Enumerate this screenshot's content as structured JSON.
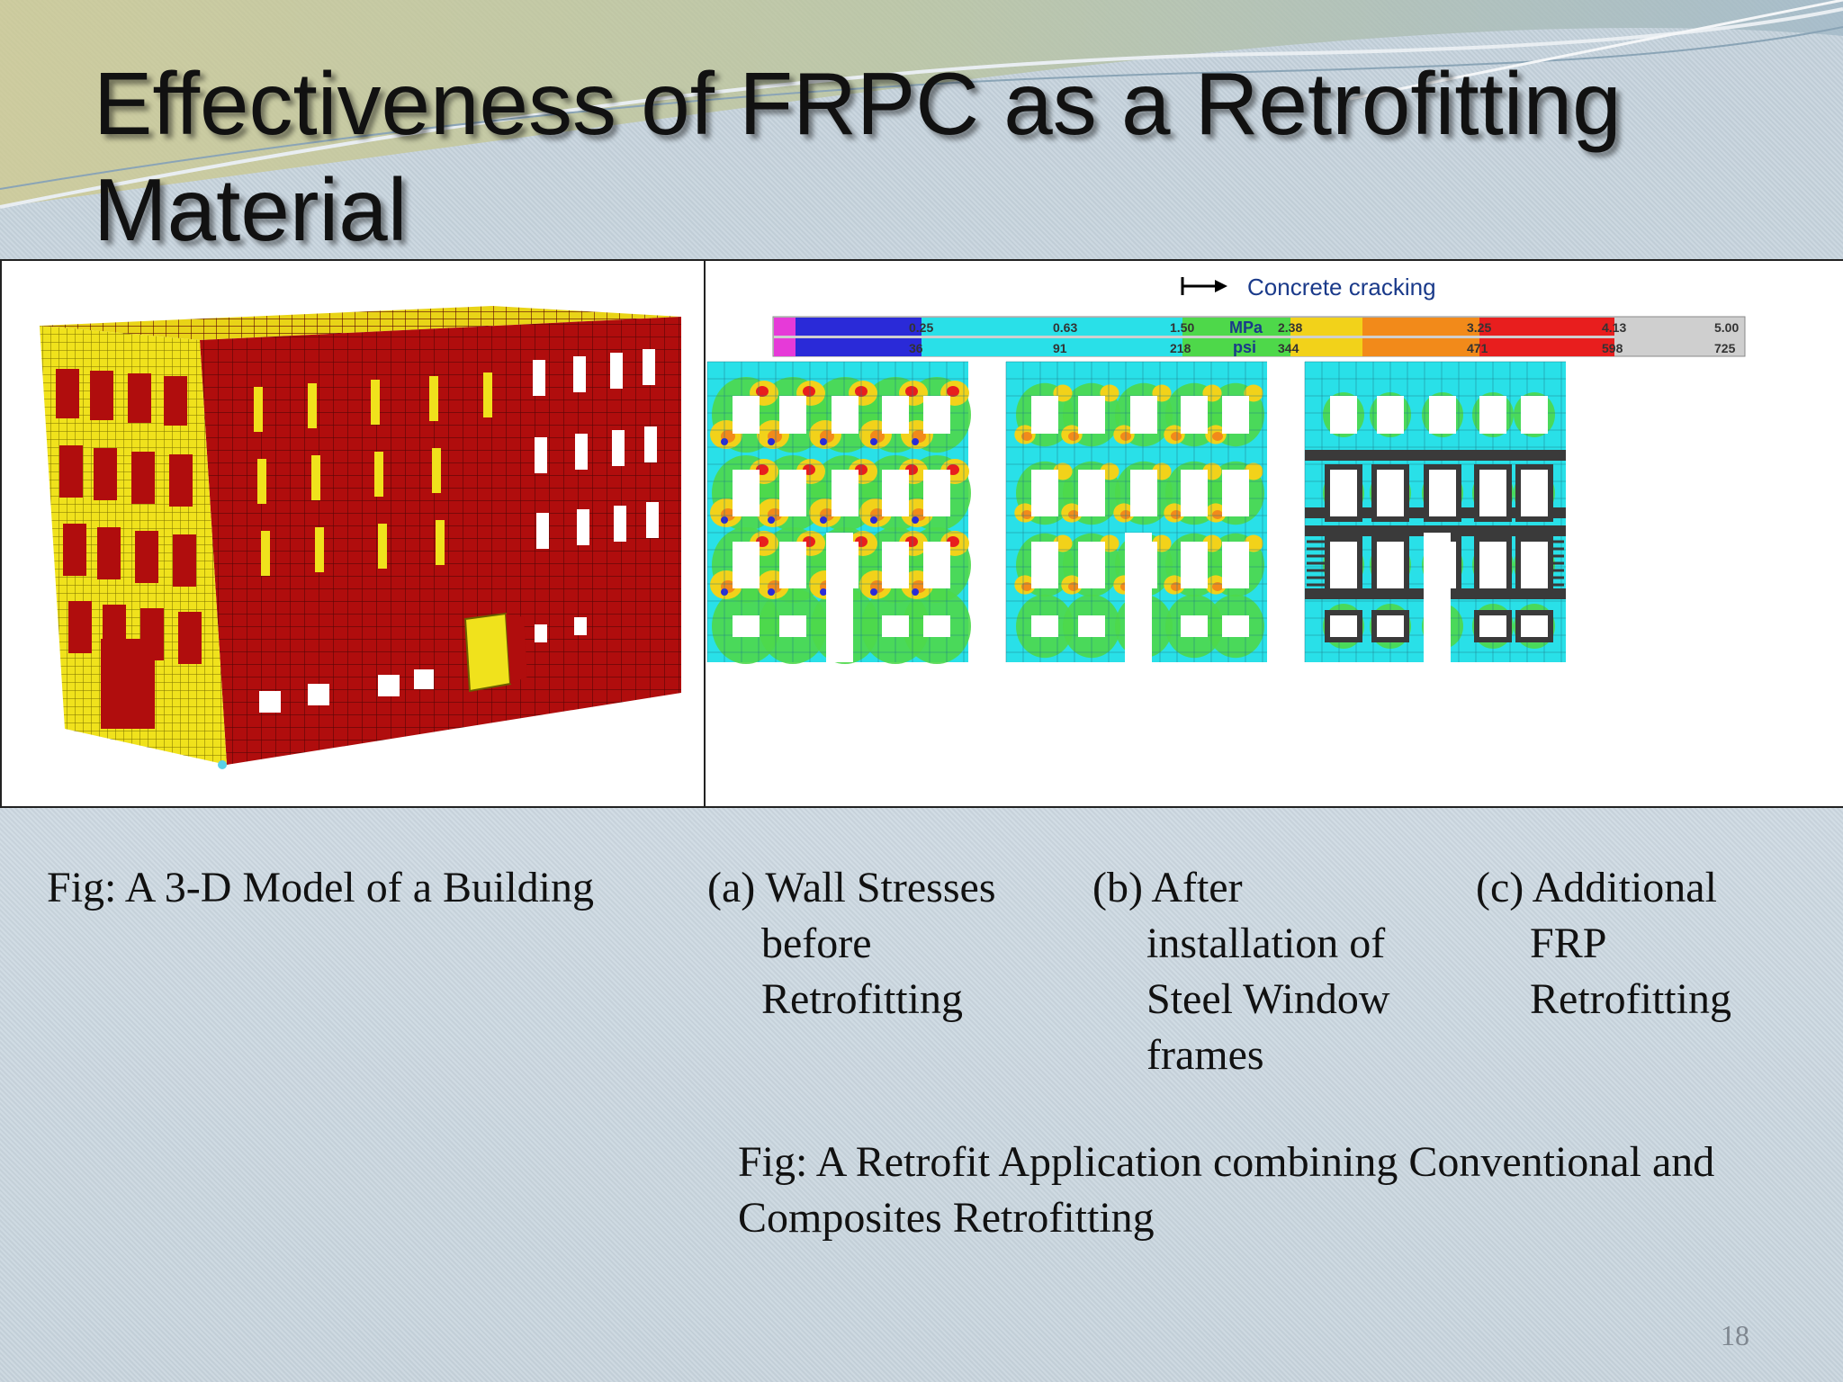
{
  "slide": {
    "title": "Effectiveness of FRPC as a Retrofitting Material",
    "page_number": "18"
  },
  "figure": {
    "legend_title": "Concrete cracking",
    "scale_unit_mpa": "MPa",
    "scale_unit_psi": "psi",
    "mpa_ticks": [
      "0.25",
      "0.63",
      "1.50",
      "2.38",
      "3.25",
      "4.13",
      "5.00"
    ],
    "psi_ticks": [
      "36",
      "91",
      "218",
      "344",
      "471",
      "598",
      "725"
    ],
    "colors": {
      "building_red": "#b00d0d",
      "building_yellow": "#f0e21c",
      "stress_cyan": "#29e0e8",
      "stress_green": "#4ed84a",
      "stress_yellow": "#f2d21a",
      "stress_orange": "#f28a1a",
      "stress_red": "#e81e1e",
      "stress_blue": "#2a2ad8",
      "stress_magenta": "#e63ad8",
      "frame_dark": "#3a3a3a"
    }
  },
  "captions": {
    "left": "Fig: A 3-D Model of a Building",
    "a_label": "(a) Wall Stresses",
    "a_lines": [
      "before",
      "Retrofitting"
    ],
    "b_label": "(b) After",
    "b_lines": [
      "installation of",
      "Steel Window",
      "frames"
    ],
    "c_label": "(c) Additional",
    "c_lines": [
      "FRP",
      "Retrofitting"
    ],
    "bottom_line1": "Fig: A Retrofit Application combining Conventional and",
    "bottom_line2": "Composites Retrofitting"
  }
}
